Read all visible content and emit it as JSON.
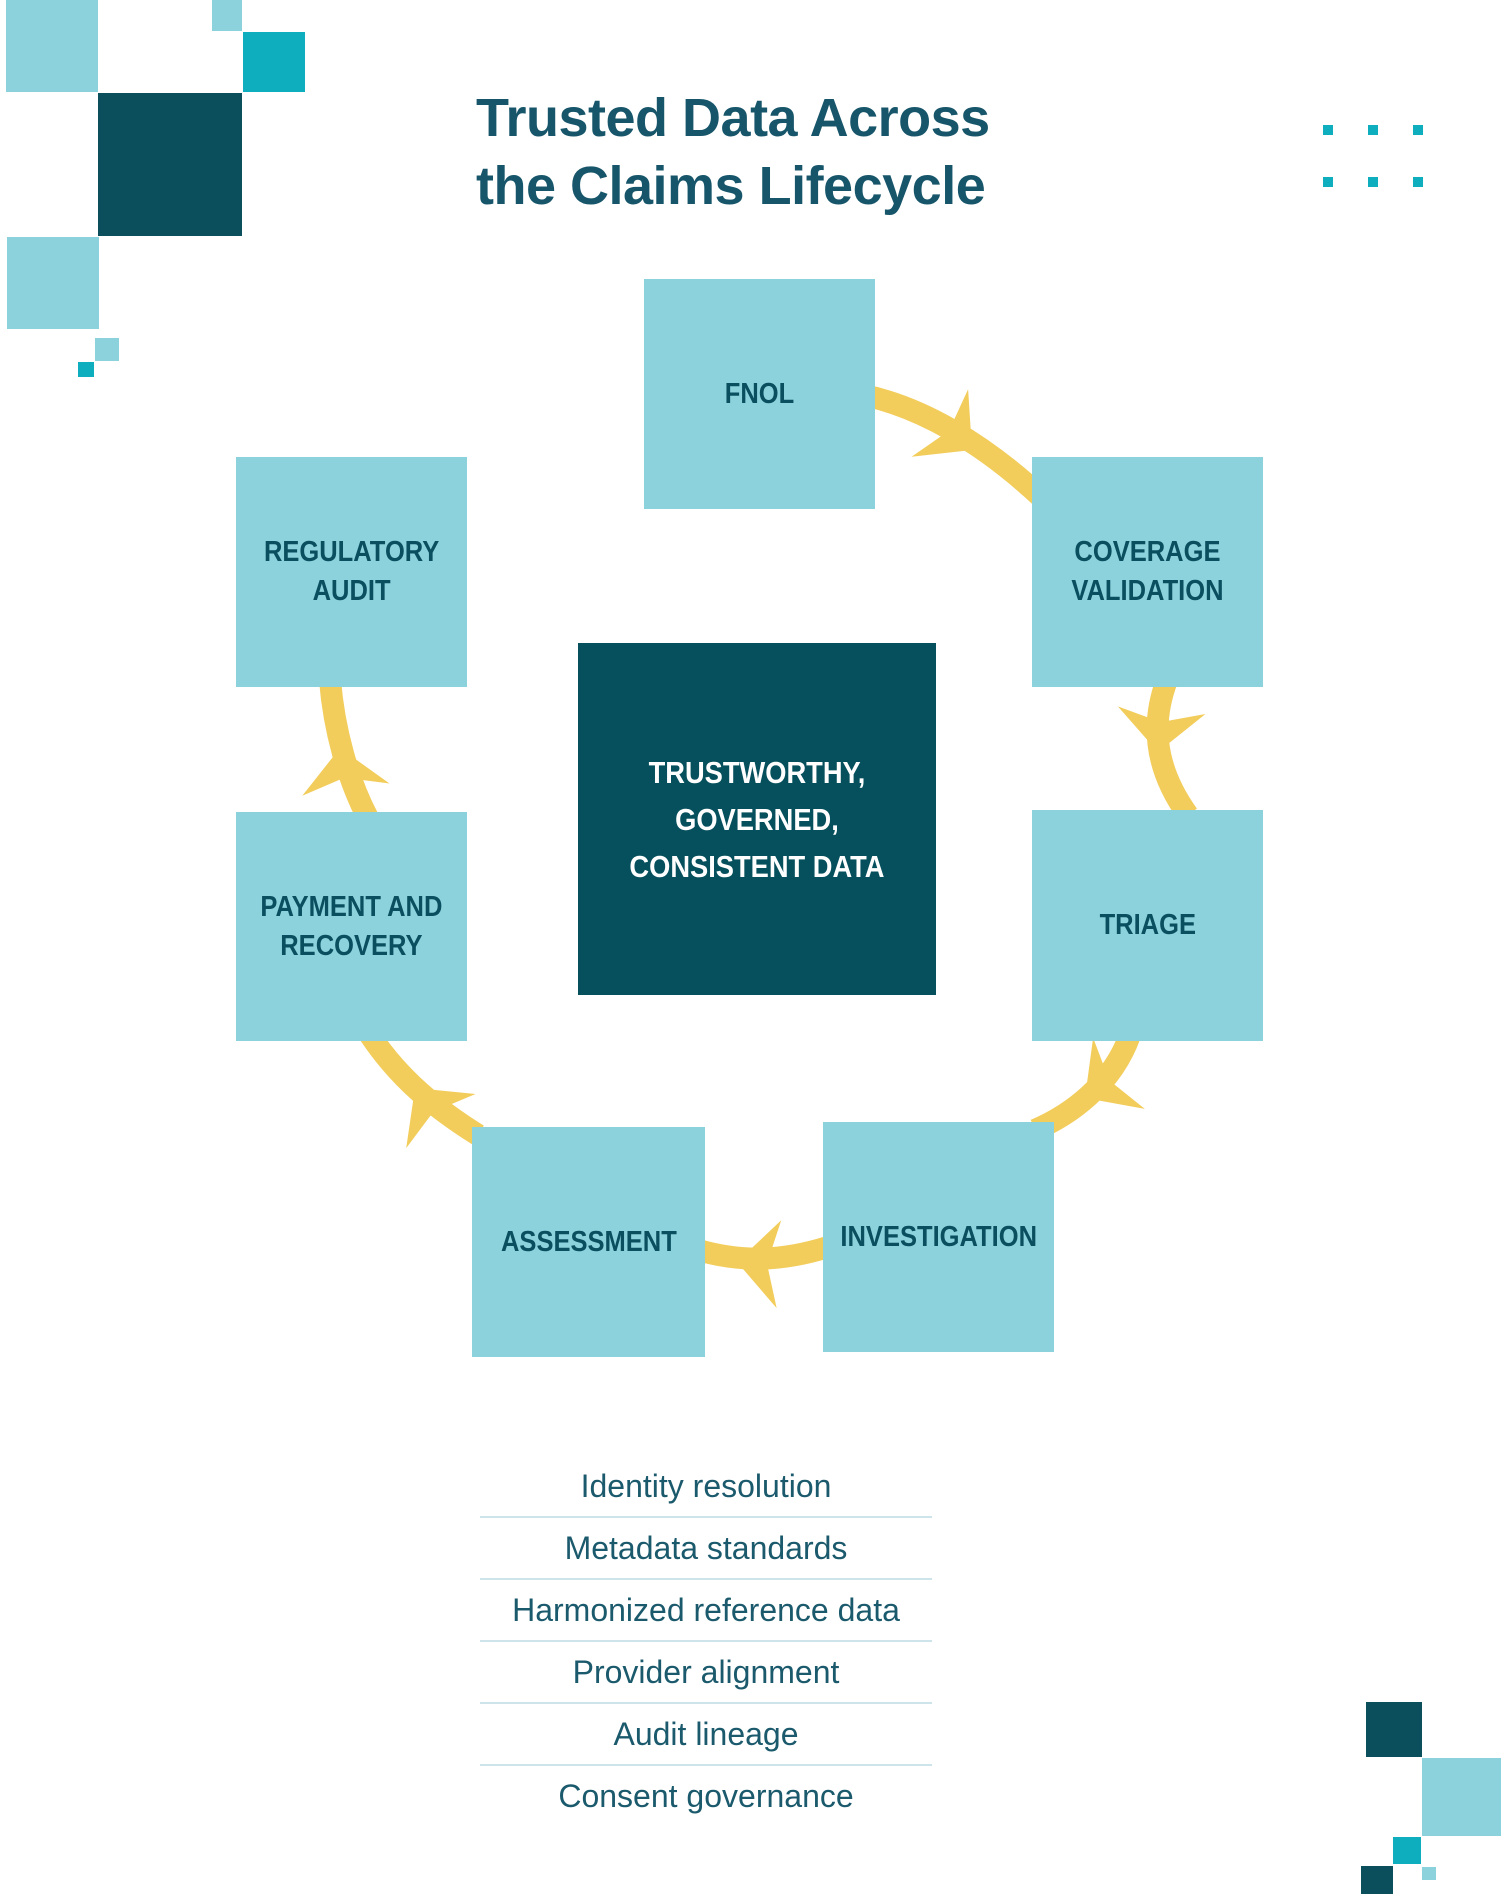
{
  "title": {
    "line1": "Trusted Data Across",
    "line2": "the Claims Lifecycle"
  },
  "center": {
    "label": "TRUSTWORTHY,\nGOVERNED,\nCONSISTENT DATA"
  },
  "stages": [
    {
      "id": "fnol",
      "label": "FNOL"
    },
    {
      "id": "coverage-validation",
      "label": "COVERAGE\nVALIDATION"
    },
    {
      "id": "triage",
      "label": "TRIAGE"
    },
    {
      "id": "investigation",
      "label": "INVESTIGATION"
    },
    {
      "id": "assessment",
      "label": "ASSESSMENT"
    },
    {
      "id": "payment-and-recovery",
      "label": "PAYMENT AND\nRECOVERY"
    },
    {
      "id": "regulatory-audit",
      "label": "REGULATORY\nAUDIT"
    }
  ],
  "foundation_list": {
    "items": [
      "Identity resolution",
      "Metadata standards",
      "Harmonized reference data",
      "Provider alignment",
      "Audit lineage",
      "Consent governance"
    ]
  },
  "colors": {
    "box_fill": "#8CD2DC",
    "accent_teal": "#0FAEBF",
    "dark_teal": "#0B4F5C",
    "center_fill": "#05505C",
    "arrow_yellow": "#F2CD5B",
    "title_text": "#17566A",
    "label_text": "#0A4F5F",
    "list_text": "#1B5A6C",
    "divider": "#CDE4EA"
  }
}
